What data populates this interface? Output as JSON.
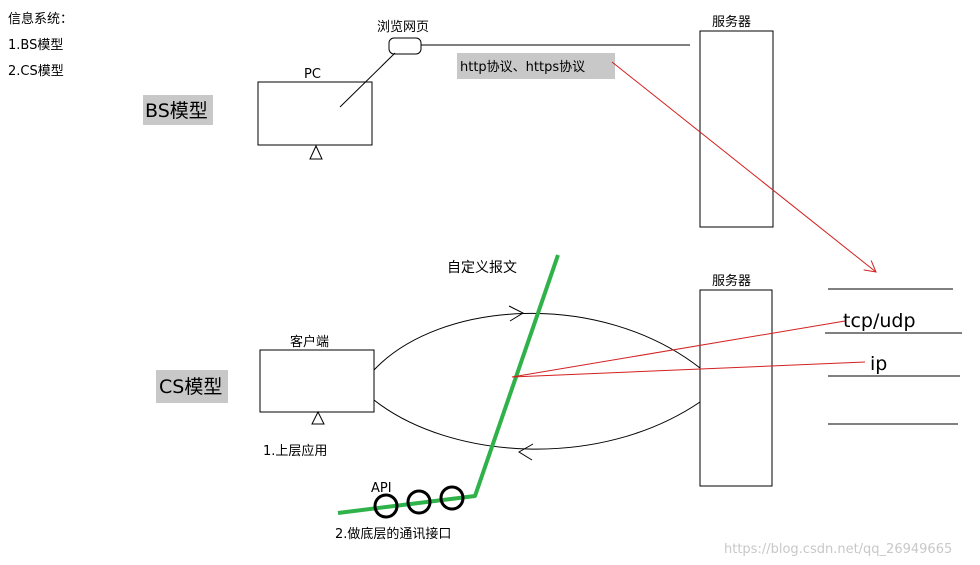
{
  "intro": {
    "title": "信息系统：",
    "items": [
      "1.BS模型",
      "2.CS模型"
    ]
  },
  "bs": {
    "model_label": "BS模型",
    "pc_label": "PC",
    "browser_label": "浏览网页",
    "server_label": "服务器",
    "protocol_label": "http协议、https协议"
  },
  "cs": {
    "model_label": "CS模型",
    "client_label": "客户端",
    "server_label": "服务器",
    "custom_msg_label": "自定义报文",
    "upper_app_label": "1.上层应用",
    "api_label": "API",
    "lower_comm_label": "2.做底层的通讯接口"
  },
  "stack": {
    "layers": [
      "tcp/udp",
      "ip"
    ]
  },
  "watermark": "https://blog.csdn.net/qq_26949665",
  "colors": {
    "red_annotation": "#d42020",
    "green_annotation": "#2fb24a",
    "highlight": "#c8c8c8"
  }
}
